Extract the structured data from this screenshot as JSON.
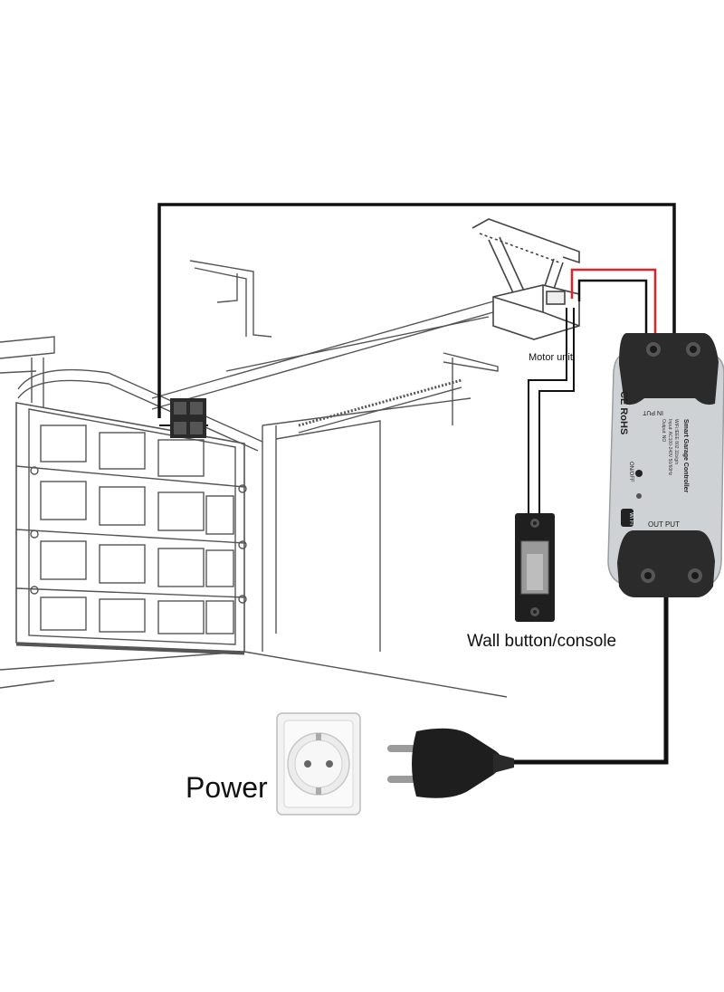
{
  "labels": {
    "motor_unit": "Motor unit",
    "wall_button": "Wall button/console",
    "power": "Power"
  },
  "controller": {
    "title": "Smart Garage Controller",
    "spec_lines": [
      "WiFi:IEEE 802.11b/g/n",
      "Input: AC100-240V 50/60Hz",
      "Output: NO"
    ],
    "onoff": "ON/OFF",
    "in_put": "IN PUT",
    "out_put": "OUT PUT",
    "certs": "CE RoHS",
    "wifi_badge": "Wi Fi"
  },
  "colors": {
    "wire_black": "#111111",
    "wire_red": "#e0202a",
    "controller_body": "#cfd2d4",
    "controller_caps": "#2b2b2b",
    "line_art": "#555555"
  }
}
